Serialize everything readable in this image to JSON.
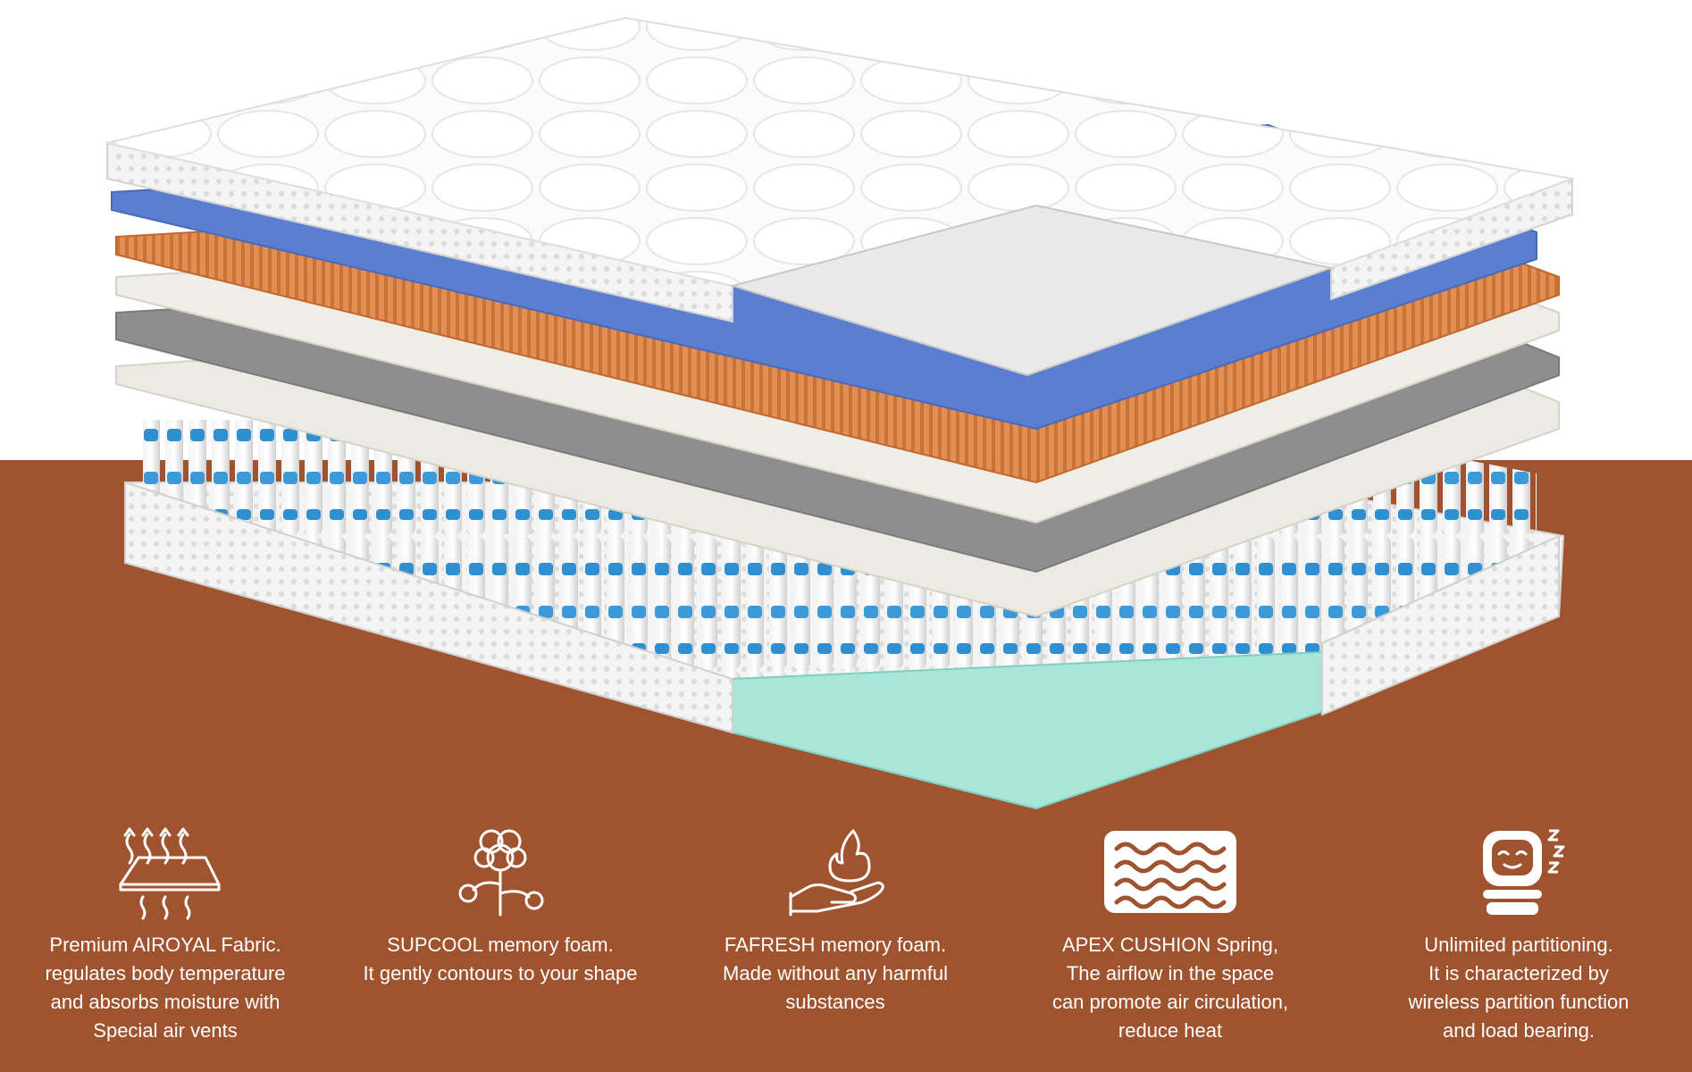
{
  "colors": {
    "background_top": "#ffffff",
    "background_bottom": "#a0532f",
    "layer_blue": "#5b7fd0",
    "layer_orange": "#e08a4c",
    "layer_cream": "#e8e6dc",
    "layer_gray": "#8c8c8c",
    "spring_blue": "#2f8fd0",
    "base_mint": "#a7e6d8",
    "text": "#ffffff"
  },
  "features": [
    {
      "icon": "fabric-vents-icon",
      "lines": [
        "Premium AIROYAL Fabric.",
        "regulates body temperature",
        "and absorbs moisture with",
        "Special air vents"
      ]
    },
    {
      "icon": "cotton-flower-icon",
      "lines": [
        "SUPCOOL memory foam.",
        "It gently contours to your shape"
      ]
    },
    {
      "icon": "hand-flame-icon",
      "lines": [
        "FAFRESH memory foam.",
        "Made without any harmful",
        "substances"
      ]
    },
    {
      "icon": "wave-spring-icon",
      "lines": [
        "APEX CUSHION Spring,",
        "The airflow in the space",
        "can promote air circulation,",
        "reduce heat"
      ]
    },
    {
      "icon": "sleeping-face-icon",
      "lines": [
        "Unlimited partitioning.",
        "It is characterized by",
        "wireless partition function",
        "and load bearing."
      ]
    }
  ]
}
